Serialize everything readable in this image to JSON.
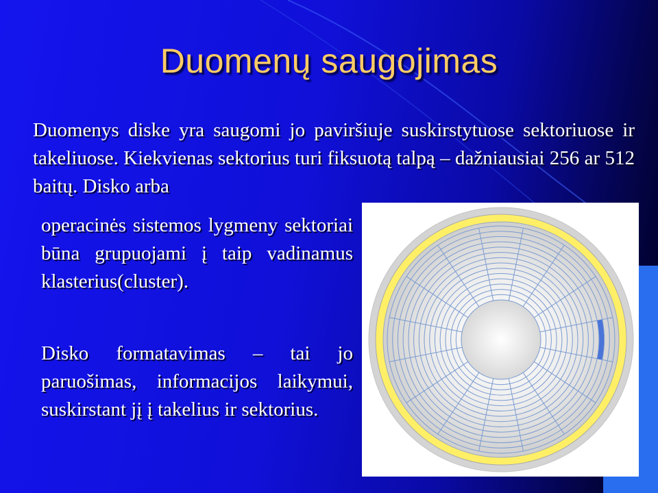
{
  "slide": {
    "title": "Duomenų saugojimas",
    "paragraph1_full": "Duomenys diske yra saugomi jo paviršiuje suskirstytuose sektoriuose ir takeliuose. Kiekvienas sektorius turi fiksuotą talpą – dažniausiai 256 ar 512 baitų. Disko arba",
    "paragraph1_wrap": "operacinės sistemos lygmeny sektoriai būna grupuojami į taip vadinamus klasterius(cluster).",
    "paragraph2": "Disko formatavimas – tai jo paruošimas, informacijos laikymui, suskirstant jį į takelius ir sektorius."
  },
  "colors": {
    "background": "#1414ee",
    "title": "#ffcc66",
    "text": "#ffffff",
    "disk_rim": "#ffef66",
    "highlight_sector": "#4a74d8"
  },
  "illustration": {
    "icon": "disk-tracks-sectors-diagram",
    "sector_count": 16,
    "track_count": 14
  }
}
